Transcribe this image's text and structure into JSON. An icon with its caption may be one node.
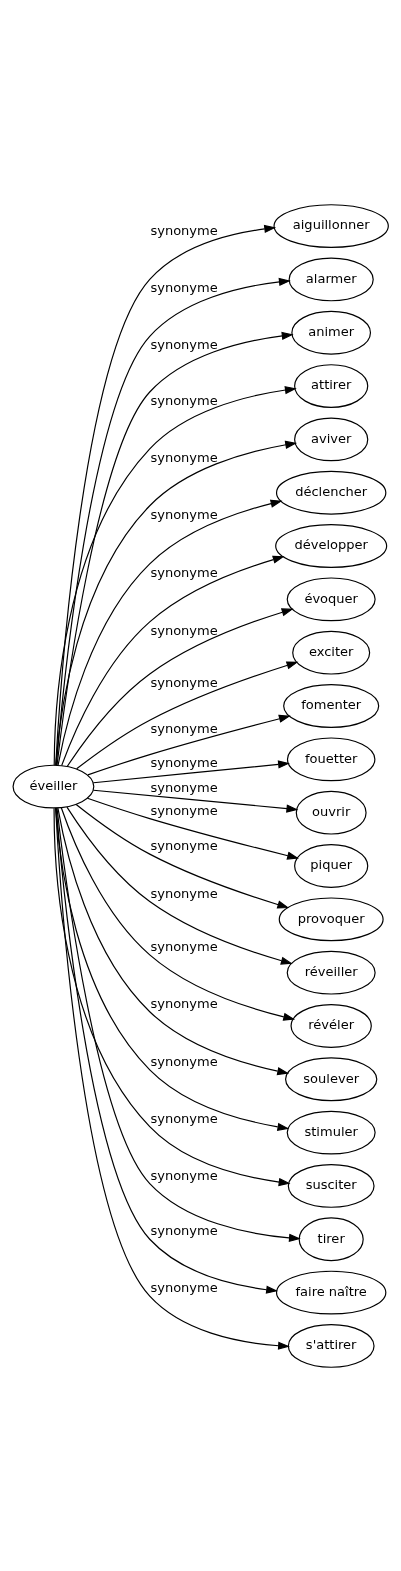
{
  "diagram": {
    "nodes": [
      {
        "text": [
          "éveiller"
        ]
      },
      {
        "text": [
          "aiguillonner"
        ]
      },
      {
        "text": [
          "alarmer"
        ]
      },
      {
        "text": [
          "animer"
        ]
      },
      {
        "text": [
          "attirer"
        ]
      },
      {
        "text": [
          "aviver"
        ]
      },
      {
        "text": [
          "déclencher"
        ]
      },
      {
        "text": [
          "développer"
        ]
      },
      {
        "text": [
          "évoquer"
        ]
      },
      {
        "text": [
          "exciter"
        ]
      },
      {
        "text": [
          "fomenter"
        ]
      },
      {
        "text": [
          "fouetter"
        ]
      },
      {
        "text": [
          "ouvrir"
        ]
      },
      {
        "text": [
          "piquer"
        ]
      },
      {
        "text": [
          "provoquer"
        ]
      },
      {
        "text": [
          "réveiller"
        ]
      },
      {
        "text": [
          "révéler"
        ]
      },
      {
        "text": [
          "soulever"
        ]
      },
      {
        "text": [
          "stimuler"
        ]
      },
      {
        "text": [
          "susciter"
        ]
      },
      {
        "text": [
          "tirer"
        ]
      },
      {
        "text": [
          "faire naître"
        ]
      },
      {
        "text": [
          "s'attirer"
        ]
      }
    ],
    "edges": [
      {
        "from": 0,
        "to": 1,
        "arrow": "to",
        "label": "synonyme"
      },
      {
        "from": 0,
        "to": 2,
        "arrow": "to",
        "label": "synonyme"
      },
      {
        "from": 0,
        "to": 3,
        "arrow": "to",
        "label": "synonyme"
      },
      {
        "from": 0,
        "to": 4,
        "arrow": "to",
        "label": "synonyme"
      },
      {
        "from": 0,
        "to": 5,
        "arrow": "to",
        "label": "synonyme"
      },
      {
        "from": 0,
        "to": 6,
        "arrow": "to",
        "label": "synonyme"
      },
      {
        "from": 0,
        "to": 7,
        "arrow": "to",
        "label": "synonyme"
      },
      {
        "from": 0,
        "to": 8,
        "arrow": "to",
        "label": "synonyme"
      },
      {
        "from": 0,
        "to": 9,
        "arrow": "to",
        "label": "synonyme"
      },
      {
        "from": 0,
        "to": 10,
        "arrow": "to",
        "label": "synonyme"
      },
      {
        "from": 0,
        "to": 11,
        "arrow": "to",
        "label": "synonyme"
      },
      {
        "from": 0,
        "to": 12,
        "arrow": "to",
        "label": "synonyme"
      },
      {
        "from": 0,
        "to": 13,
        "arrow": "to",
        "label": "synonyme"
      },
      {
        "from": 0,
        "to": 14,
        "arrow": "to",
        "label": "synonyme"
      },
      {
        "from": 0,
        "to": 15,
        "arrow": "to",
        "label": "synonyme"
      },
      {
        "from": 0,
        "to": 16,
        "arrow": "to",
        "label": "synonyme"
      },
      {
        "from": 0,
        "to": 17,
        "arrow": "to",
        "label": "synonyme"
      },
      {
        "from": 0,
        "to": 18,
        "arrow": "to",
        "label": "synonyme"
      },
      {
        "from": 0,
        "to": 19,
        "arrow": "to",
        "label": "synonyme"
      },
      {
        "from": 0,
        "to": 20,
        "arrow": "to",
        "label": "synonyme"
      },
      {
        "from": 0,
        "to": 21,
        "arrow": "to",
        "label": "synonyme"
      },
      {
        "from": 0,
        "to": 22,
        "arrow": "to",
        "label": "synonyme"
      }
    ]
  }
}
